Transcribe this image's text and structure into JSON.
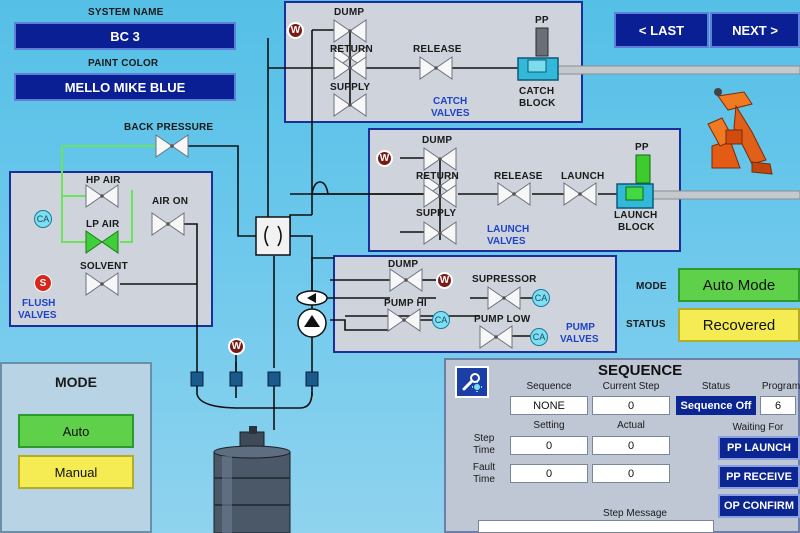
{
  "system_name": {
    "label": "SYSTEM NAME",
    "value": "BC 3"
  },
  "paint_color": {
    "label": "PAINT COLOR",
    "value": "MELLO MIKE BLUE"
  },
  "nav": {
    "last_label": "< LAST",
    "next_label": "NEXT >"
  },
  "catch": {
    "dump": "DUMP",
    "return": "RETURN",
    "supply": "SUPPLY",
    "release": "RELEASE",
    "pp": "PP",
    "block_line1": "CATCH",
    "block_line2": "BLOCK",
    "group_line1": "CATCH",
    "group_line2": "VALVES",
    "w_badge": "W"
  },
  "launch": {
    "dump": "DUMP",
    "return": "RETURN",
    "supply": "SUPPLY",
    "release": "RELEASE",
    "launch": "LAUNCH",
    "pp": "PP",
    "block_line1": "LAUNCH",
    "block_line2": "BLOCK",
    "group_line1": "LAUNCH",
    "group_line2": "VALVES",
    "w_badge": "W"
  },
  "flush": {
    "back_pressure": "BACK PRESSURE",
    "hp_air": "HP AIR",
    "lp_air": "LP AIR",
    "air_on": "AIR ON",
    "solvent": "SOLVENT",
    "ca_badge": "CA",
    "s_badge": "S",
    "group_line1": "FLUSH",
    "group_line2": "VALVES"
  },
  "pump": {
    "dump": "DUMP",
    "supressor": "SUPRESSOR",
    "pump_hi": "PUMP HI",
    "pump_low": "PUMP LOW",
    "w_badge": "W",
    "ca_badge": "CA",
    "group_line1": "PUMP",
    "group_line2": "VALVES"
  },
  "drum": {
    "w_badge": "W"
  },
  "status": {
    "mode_label": "MODE",
    "mode_value": "Auto Mode",
    "status_label": "STATUS",
    "status_value": "Recovered"
  },
  "mode_panel": {
    "title": "MODE",
    "auto_label": "Auto",
    "manual_label": "Manual"
  },
  "sequence": {
    "title": "SEQUENCE",
    "hdr_sequence": "Sequence",
    "hdr_current_step": "Current Step",
    "hdr_status": "Status",
    "hdr_program": "Program",
    "sequence_value": "NONE",
    "current_step_value": "0",
    "status_value": "Sequence Off",
    "program_value": "6",
    "hdr_setting": "Setting",
    "hdr_actual": "Actual",
    "step_time_label_1": "Step",
    "step_time_label_2": "Time",
    "fault_time_label_1": "Fault",
    "fault_time_label_2": "Time",
    "step_setting": "0",
    "step_actual": "0",
    "fault_setting": "0",
    "fault_actual": "0",
    "waiting_for_label": "Waiting For",
    "waiting_items": [
      "PP LAUNCH",
      "PP RECEIVE",
      "OP CONFIRM"
    ],
    "step_message_label": "Step Message"
  },
  "colors": {
    "navy": "#0b1f95",
    "auto_green": "#5ed04a",
    "manual_yellow": "#f4ec52",
    "panel_border": "#1a2f9a",
    "air_line_green": "#6be35a",
    "badge_cyan": "#7fdff0",
    "badge_red": "#d8261c",
    "badge_maroon": "#7a1a14"
  },
  "icons": {
    "settings": "wrench-gear-icon",
    "robot": "robot-arm-icon",
    "drum": "paint-drum-icon",
    "pump": "pump-icon",
    "valve": "valve-icon"
  }
}
